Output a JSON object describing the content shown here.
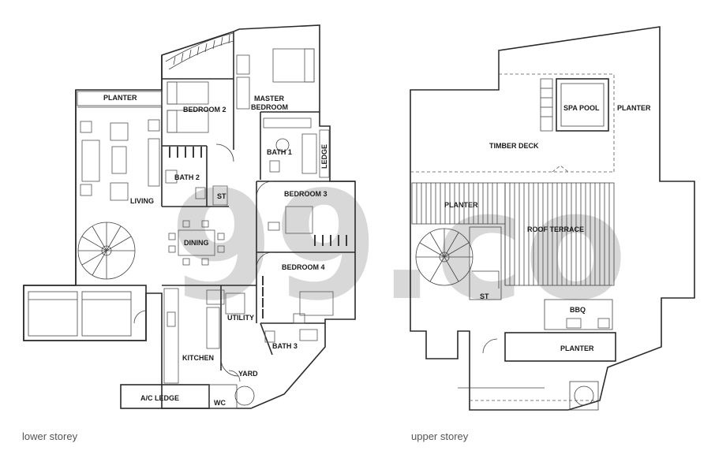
{
  "captions": {
    "lower": "lower storey",
    "upper": "upper storey"
  },
  "watermark": "99.co",
  "lower_rooms": {
    "planter": "PLANTER",
    "bedroom2": "BEDROOM 2",
    "master_line1": "MASTER",
    "master_line2": "BEDROOM",
    "bath1": "BATH 1",
    "ledge": "LEDGE",
    "bath2": "BATH 2",
    "st": "ST",
    "living": "LIVING",
    "bedroom3": "BEDROOM 3",
    "dining": "DINING",
    "bedroom4": "BEDROOM 4",
    "utility": "UTILITY",
    "kitchen": "KITCHEN",
    "bath3": "BATH 3",
    "yard": "YARD",
    "ac_ledge": "A/C LEDGE",
    "wc": "WC"
  },
  "upper_rooms": {
    "spa_pool": "SPA POOL",
    "planter_right": "PLANTER",
    "timber_deck": "TIMBER DECK",
    "planter_left": "PLANTER",
    "roof_terrace": "ROOF TERRACE",
    "st": "ST",
    "bbq": "BBQ",
    "planter_bottom": "PLANTER"
  },
  "colors": {
    "line": "#2a2a2a",
    "watermark": "#b9b9b9",
    "caption": "#555555"
  }
}
